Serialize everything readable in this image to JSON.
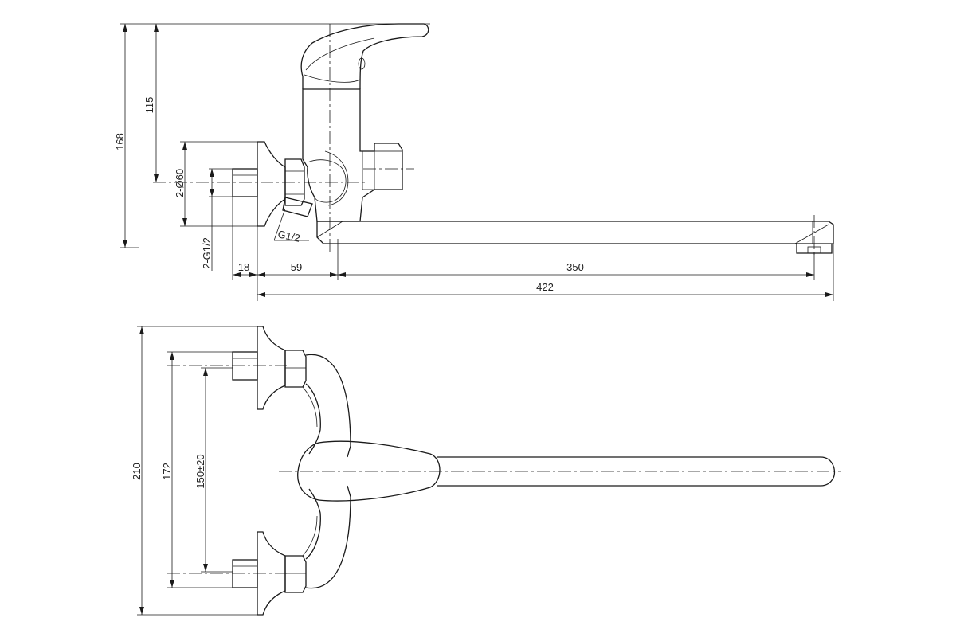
{
  "side_view": {
    "dims": {
      "height_total": "168",
      "height_handle": "115",
      "flange_diameter": "2-Ø60",
      "thread_connection": "2-G1/2",
      "nut_thread": "G1/2",
      "offset_flange": "18",
      "offset_body": "59",
      "spout_reach": "350",
      "overall_length": "422"
    }
  },
  "top_view": {
    "dims": {
      "overall_width": "210",
      "connection_span": "172",
      "eccentric_span": "150±20"
    }
  }
}
